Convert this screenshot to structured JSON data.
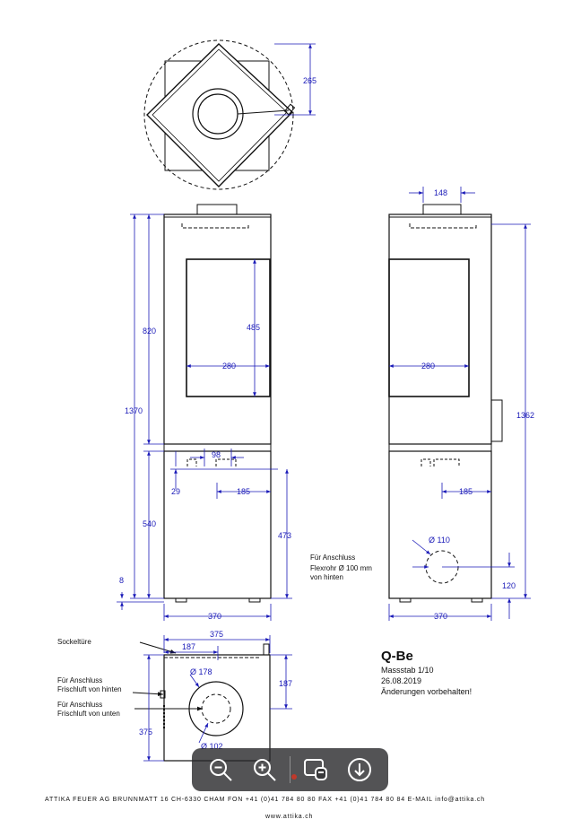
{
  "colors": {
    "line": "#111111",
    "dimension": "#1a1ab8",
    "toolbar_bg": "#28282a"
  },
  "dims": {
    "top_265": "265",
    "rear_148": "148",
    "front_820": "820",
    "front_485": "485",
    "front_280": "280",
    "front_1370": "1370",
    "front_98": "98",
    "front_29": "29",
    "front_185": "185",
    "front_540": "540",
    "front_473": "473",
    "front_8": "8",
    "front_370": "370",
    "side_280": "280",
    "side_1362": "1362",
    "side_185": "185",
    "side_d110": "Ø 110",
    "side_120": "120",
    "side_370": "370",
    "plan_375_w": "375",
    "plan_187_w": "187",
    "plan_d178": "Ø 178",
    "plan_187_h": "187",
    "plan_375_h": "375",
    "plan_d102": "Ø 102"
  },
  "labels": {
    "flex_1": "Für Anschluss",
    "flex_2": "Flexrohr Ø 100 mm",
    "flex_3": "von hinten",
    "sockel": "Sockeltüre",
    "fresh_back_1": "Für Anschluss",
    "fresh_back_2": "Frischluft von hinten",
    "fresh_bottom_1": "Für Anschluss",
    "fresh_bottom_2": "Frischluft von unten"
  },
  "title_block": {
    "model": "Q-Be",
    "scale": "Massstab 1/10",
    "date": "26.08.2019",
    "note": "Änderungen vorbehalten!"
  },
  "footer": {
    "address": "ATTIKA FEUER AG   BRUNNMATT 16   CH-6330 CHAM   FON +41 (0)41 784 80 80   FAX +41 (0)41 784 80 84   E-MAIL info@attika.ch",
    "website": "www.attika.ch"
  },
  "toolbar": {
    "zoom_out": "zoom-out-icon",
    "zoom_in": "zoom-in-icon",
    "display": "display-settings-icon",
    "download": "download-icon"
  }
}
